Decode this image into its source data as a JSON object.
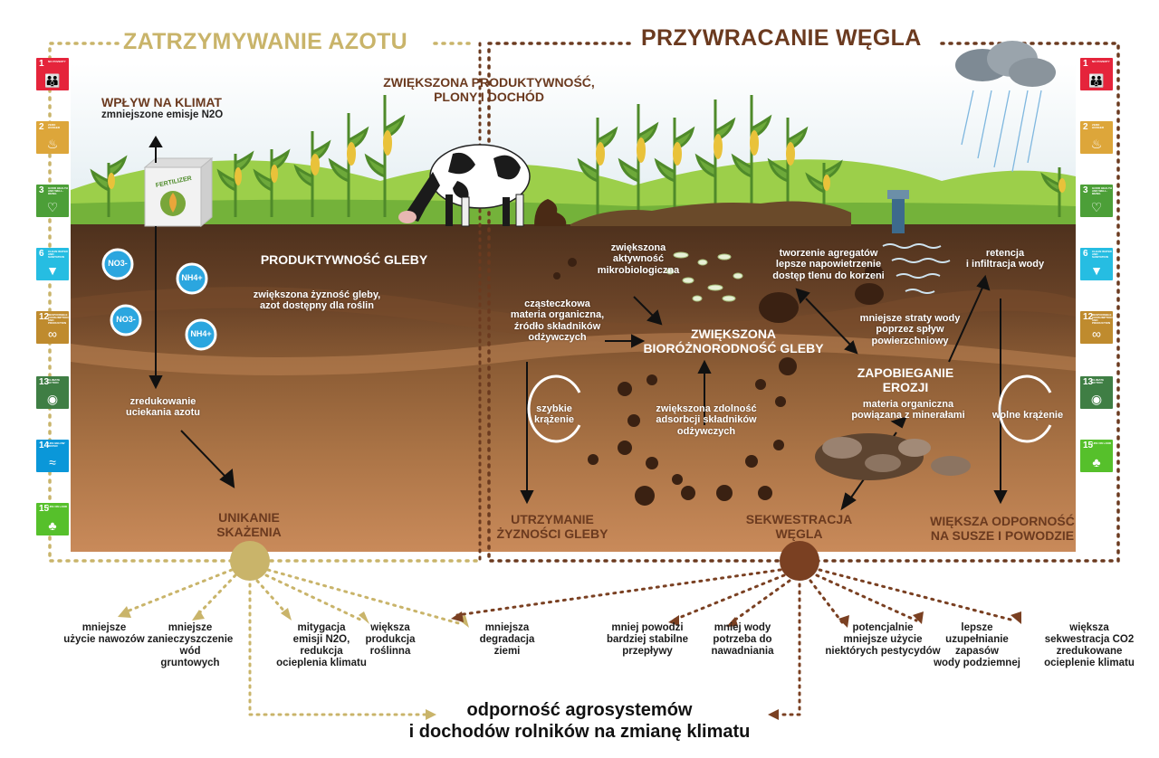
{
  "titles": {
    "left": "ZATRZYMYWANIE AZOTU",
    "right": "PRZYWRACANIE WĘGLA"
  },
  "labels": {
    "climate_impact": "WPŁYW NA KLIMAT",
    "reduced_emissions": "zmniejszone emisje N2O",
    "productivity_top": "ZWIĘKSZONA PRODUKTYWNOŚĆ,\nPLONY I DOCHÓD",
    "fertilizer": "FERTILIZER",
    "no3_1": "NO3-",
    "nh4_1": "NH4+",
    "no3_2": "NO3-",
    "nh4_2": "NH4+",
    "soil_productivity": "PRODUKTYWNOŚĆ GLEBY",
    "soil_fertility_detail": "zwiększona żyzność gleby,\nazot dostępny dla roślin",
    "reduced_leaching": "zredukowanie\nuciekania azotu",
    "avoid_pollution": "UNIKANIE\nSKAŻENIA",
    "microbial_activity": "zwiększona\naktywność\nmikrobiologiczna",
    "aggregates": "tworzenie agregatów\nlepsze napowietrzenie\ndostęp tlenu do korzeni",
    "retention": "retencja\ni infiltracja wody",
    "particulate_om": "cząsteczkowa\nmateria organiczna,\nźródło składników\nodżywczych",
    "biodiversity": "ZWIĘKSZONA\nBIORÓŻNORODNOŚĆ GLEBY",
    "less_water_loss": "mniejsze straty wody\npoprzez spływ\npowierzchniowy",
    "erosion": "ZAPOBIEGANIE\nEROZJI",
    "om_minerals": "materia organiczna\npowiązana z minerałami",
    "fast_cycle": "szybkie\nkrążenie",
    "adsorption": "zwiększona zdolność\nadsorbcji składników\nodżywczych",
    "slow_cycle": "wolne krążenie",
    "maintain_fertility": "UTRZYMANIE\nŻYZNOŚCI GLEBY",
    "sequestration": "SEKWESTRACJA\nWĘGLA",
    "resilience": "WIĘKSZA ODPORNOŚĆ\nNA SUSZE I POWODZIE"
  },
  "outcomes": [
    "mniejsze\nużycie nawozów",
    "mniejsze\nzanieczyszczenie\nwód\ngruntowych",
    "mitygacja\nemisji N2O,\nredukcja\nocieplenia klimatu",
    "większa\nprodukcja\nroślinna",
    "mniejsza\ndegradacja\nziemi",
    "mniej powodzi\nbardziej stabilne\nprzepływy",
    "mniej wody\npotrzeba do\nnawadniania",
    "potencjalnie\nmniejsze użycie\nniektórych pestycydów",
    "lepsze\nuzupełnianie\nzapasów\nwody podziemnej",
    "większa\nsekwestracja CO2\nzredukowane\nocieplenie klimatu"
  ],
  "bottom_line1": "odporność agrosystemów",
  "bottom_line2": "i dochodów rolników na zmianę klimatu",
  "sdg_left": [
    {
      "num": "1",
      "label": "NO POVERTY",
      "icon": "family-icon",
      "glyph": "👪",
      "color": "#e5243b"
    },
    {
      "num": "2",
      "label": "ZERO HUNGER",
      "icon": "bowl-icon",
      "glyph": "♨",
      "color": "#dda63a"
    },
    {
      "num": "3",
      "label": "GOOD HEALTH AND WELL-BEING",
      "icon": "heartbeat-icon",
      "glyph": "♡",
      "color": "#4c9f38"
    },
    {
      "num": "6",
      "label": "CLEAN WATER AND SANITATION",
      "icon": "water-glass-icon",
      "glyph": "▼",
      "color": "#26bde2"
    },
    {
      "num": "12",
      "label": "RESPONSIBLE CONSUMPTION AND PRODUCTION",
      "icon": "infinity-icon",
      "glyph": "∞",
      "color": "#bf8b2e"
    },
    {
      "num": "13",
      "label": "CLIMATE ACTION",
      "icon": "eye-globe-icon",
      "glyph": "◉",
      "color": "#3f7e44"
    },
    {
      "num": "14",
      "label": "LIFE BELOW WATER",
      "icon": "fish-icon",
      "glyph": "≈",
      "color": "#0a97d9"
    },
    {
      "num": "15",
      "label": "LIFE ON LAND",
      "icon": "tree-icon",
      "glyph": "♣",
      "color": "#56c02b"
    }
  ],
  "sdg_right": [
    {
      "num": "1",
      "label": "NO POVERTY",
      "icon": "family-icon",
      "glyph": "👪",
      "color": "#e5243b"
    },
    {
      "num": "2",
      "label": "ZERO HUNGER",
      "icon": "bowl-icon",
      "glyph": "♨",
      "color": "#dda63a"
    },
    {
      "num": "3",
      "label": "GOOD HEALTH AND WELL-BEING",
      "icon": "heartbeat-icon",
      "glyph": "♡",
      "color": "#4c9f38"
    },
    {
      "num": "6",
      "label": "CLEAN WATER AND SANITATION",
      "icon": "water-glass-icon",
      "glyph": "▼",
      "color": "#26bde2"
    },
    {
      "num": "12",
      "label": "RESPONSIBLE CONSUMPTION AND PRODUCTION",
      "icon": "infinity-icon",
      "glyph": "∞",
      "color": "#bf8b2e"
    },
    {
      "num": "13",
      "label": "CLIMATE ACTION",
      "icon": "eye-globe-icon",
      "glyph": "◉",
      "color": "#3f7e44"
    },
    {
      "num": "15",
      "label": "LIFE ON LAND",
      "icon": "tree-icon",
      "glyph": "♣",
      "color": "#56c02b"
    }
  ],
  "colors": {
    "nitrogen_accent": "#c9b46a",
    "carbon_accent": "#6b3a1f",
    "sky": "#e8f2f6",
    "grass": "#8cc63e",
    "topsoil": "#5b3a22",
    "subsoil": "#b3784a"
  }
}
